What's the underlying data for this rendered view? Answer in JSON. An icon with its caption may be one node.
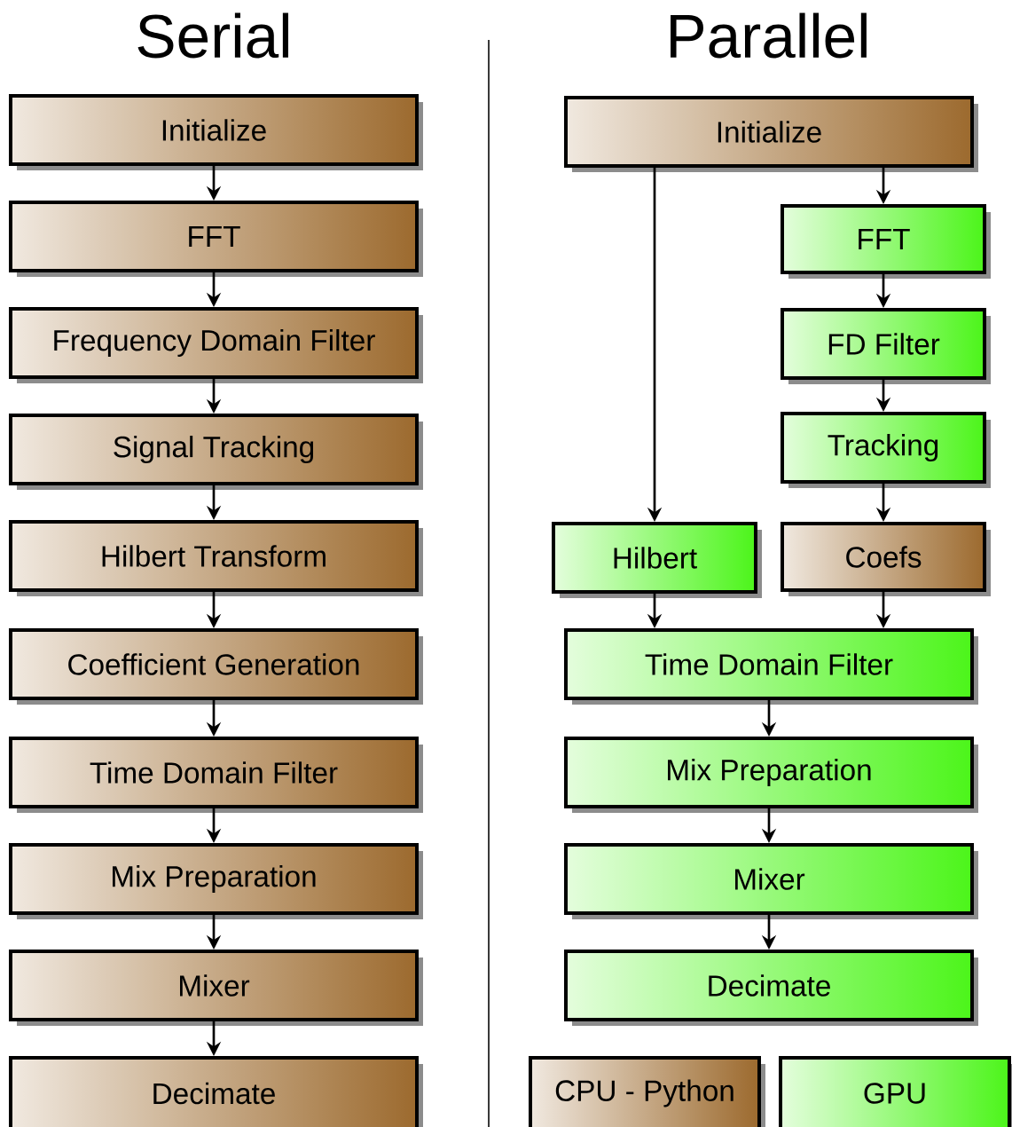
{
  "diagram": {
    "nodes": [
      {
        "text": [
          "Initialize"
        ]
      },
      {
        "text": [
          "FFT"
        ]
      },
      {
        "text": [
          "Frequency Domain Filter"
        ]
      },
      {
        "text": [
          "Signal Tracking"
        ]
      },
      {
        "text": [
          "Hilbert Transform"
        ]
      },
      {
        "text": [
          "Coefficient Generation"
        ]
      },
      {
        "text": [
          "Time Domain Filter"
        ]
      },
      {
        "text": [
          "Mix Preparation"
        ]
      },
      {
        "text": [
          "Mixer"
        ]
      },
      {
        "text": [
          "Decimate"
        ]
      },
      {
        "text": [
          "Initialize"
        ]
      },
      {
        "text": [
          "FFT"
        ]
      },
      {
        "text": [
          "FD Filter"
        ]
      },
      {
        "text": [
          "Tracking"
        ]
      },
      {
        "text": [
          "Hilbert"
        ]
      },
      {
        "text": [
          "Coefs"
        ]
      },
      {
        "text": [
          "Time Domain Filter"
        ]
      },
      {
        "text": [
          "Mix Preparation"
        ]
      },
      {
        "text": [
          "Mixer"
        ]
      },
      {
        "text": [
          "Decimate"
        ]
      }
    ],
    "edges": [
      {
        "from": 0,
        "to": 1,
        "arrow": "to"
      },
      {
        "from": 1,
        "to": 2,
        "arrow": "to"
      },
      {
        "from": 2,
        "to": 3,
        "arrow": "to"
      },
      {
        "from": 3,
        "to": 4,
        "arrow": "to"
      },
      {
        "from": 4,
        "to": 5,
        "arrow": "to"
      },
      {
        "from": 5,
        "to": 6,
        "arrow": "to"
      },
      {
        "from": 6,
        "to": 7,
        "arrow": "to"
      },
      {
        "from": 7,
        "to": 8,
        "arrow": "to"
      },
      {
        "from": 8,
        "to": 9,
        "arrow": "to"
      },
      {
        "from": 10,
        "to": 14,
        "arrow": "to"
      },
      {
        "from": 10,
        "to": 11,
        "arrow": "to"
      },
      {
        "from": 11,
        "to": 12,
        "arrow": "to"
      },
      {
        "from": 12,
        "to": 13,
        "arrow": "to"
      },
      {
        "from": 13,
        "to": 15,
        "arrow": "to"
      },
      {
        "from": 14,
        "to": 16,
        "arrow": "to"
      },
      {
        "from": 15,
        "to": 16,
        "arrow": "to"
      },
      {
        "from": 16,
        "to": 17,
        "arrow": "to"
      },
      {
        "from": 17,
        "to": 18,
        "arrow": "to"
      },
      {
        "from": 18,
        "to": 19,
        "arrow": "to"
      }
    ],
    "labels": [
      "Serial",
      "Parallel"
    ],
    "legend": [
      {
        "text": "CPU - Python",
        "color": "#9c6a2e"
      },
      {
        "text": "GPU",
        "color": "#4cf51a"
      }
    ]
  }
}
